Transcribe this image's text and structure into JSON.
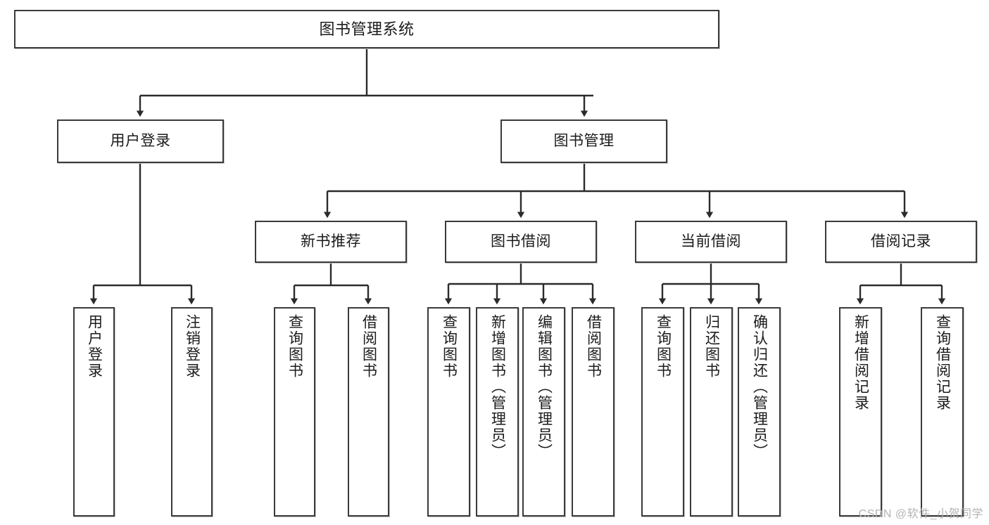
{
  "diagram": {
    "title": "图书管理系统",
    "type": "tree",
    "watermark": "CSDN @软件_小贺同学",
    "colors": {
      "box_border": "#3a3a3a",
      "box_fill": "#ffffff",
      "edge": "#2b2b2b",
      "text": "#1b1b1b",
      "watermark": "#b4b4b4",
      "background": "#ffffff"
    }
  },
  "nodes": {
    "root": {
      "label": "图书管理系统"
    },
    "level2": [
      {
        "id": "user-login",
        "label": "用户登录"
      },
      {
        "id": "book-manage",
        "label": "图书管理"
      }
    ],
    "level3": [
      {
        "id": "new-book-recommend",
        "label": "新书推荐"
      },
      {
        "id": "book-borrow",
        "label": "图书借阅"
      },
      {
        "id": "current-borrow",
        "label": "当前借阅"
      },
      {
        "id": "borrow-record",
        "label": "借阅记录"
      }
    ],
    "level4": [
      {
        "id": "leaf-user-login",
        "label": "用户登录",
        "parent": "user-login"
      },
      {
        "id": "leaf-logout",
        "label": "注销登录",
        "parent": "user-login"
      },
      {
        "id": "leaf-query-book-1",
        "label": "查询图书",
        "parent": "new-book-recommend"
      },
      {
        "id": "leaf-borrow-book-1",
        "label": "借阅图书",
        "parent": "new-book-recommend"
      },
      {
        "id": "leaf-query-book-2",
        "label": "查询图书",
        "parent": "book-borrow"
      },
      {
        "id": "leaf-add-book",
        "label": "新增图书（管理员）",
        "parent": "book-borrow"
      },
      {
        "id": "leaf-edit-book",
        "label": "编辑图书（管理员）",
        "parent": "book-borrow"
      },
      {
        "id": "leaf-borrow-book-2",
        "label": "借阅图书",
        "parent": "book-borrow"
      },
      {
        "id": "leaf-query-book-3",
        "label": "查询图书",
        "parent": "current-borrow"
      },
      {
        "id": "leaf-return-book",
        "label": "归还图书",
        "parent": "current-borrow"
      },
      {
        "id": "leaf-confirm-return",
        "label": "确认归还（管理员）",
        "parent": "current-borrow"
      },
      {
        "id": "leaf-add-record",
        "label": "新增借阅记录",
        "parent": "borrow-record"
      },
      {
        "id": "leaf-query-record",
        "label": "查询借阅记录",
        "parent": "borrow-record"
      }
    ]
  }
}
